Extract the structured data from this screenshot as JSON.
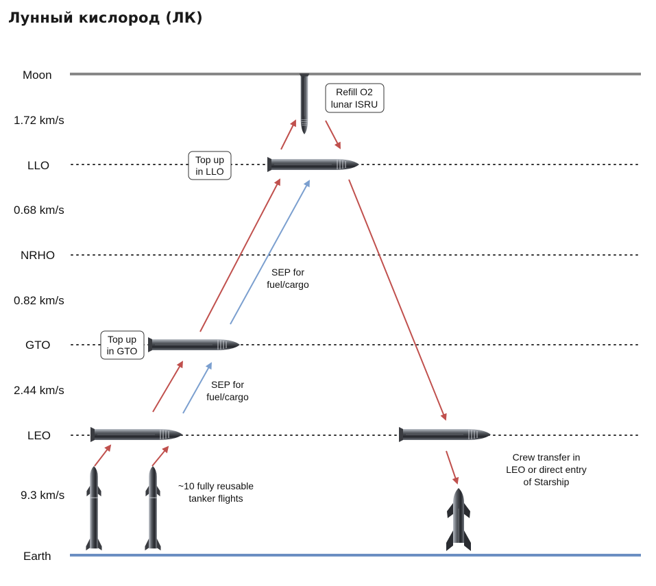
{
  "title": "Лунный кислород (ЛК)",
  "levels": {
    "moon": "Moon",
    "llo": "LLO",
    "nrho": "NRHO",
    "gto": "GTO",
    "leo": "LEO",
    "earth": "Earth"
  },
  "delta_v": {
    "moon_llo": "1.72 km/s",
    "llo_nrho": "0.68 km/s",
    "nrho_gto": "0.82 km/s",
    "gto_leo": "2.44 km/s",
    "leo_earth": "9.3 km/s"
  },
  "notes": {
    "refill_line1": "Refill O2",
    "refill_line2": "lunar ISRU",
    "topup_llo_line1": "Top up",
    "topup_llo_line2": "in LLO",
    "topup_gto_line1": "Top up",
    "topup_gto_line2": "in GTO",
    "sep_upper_line1": "SEP for",
    "sep_upper_line2": "fuel/cargo",
    "sep_lower_line1": "SEP for",
    "sep_lower_line2": "fuel/cargo",
    "tanker_line1": "~10 fully reusable",
    "tanker_line2": "tanker flights",
    "crew_line1": "Crew transfer in",
    "crew_line2": "LEO or direct entry",
    "crew_line3": "of Starship"
  },
  "colors": {
    "moon_line": "#888888",
    "earth_line": "#6b8fc2",
    "red_arrow": "#c0504d",
    "blue_arrow": "#7b9fcf",
    "ship_dark": "#2f3137",
    "ship_light": "#9aa0a8"
  }
}
